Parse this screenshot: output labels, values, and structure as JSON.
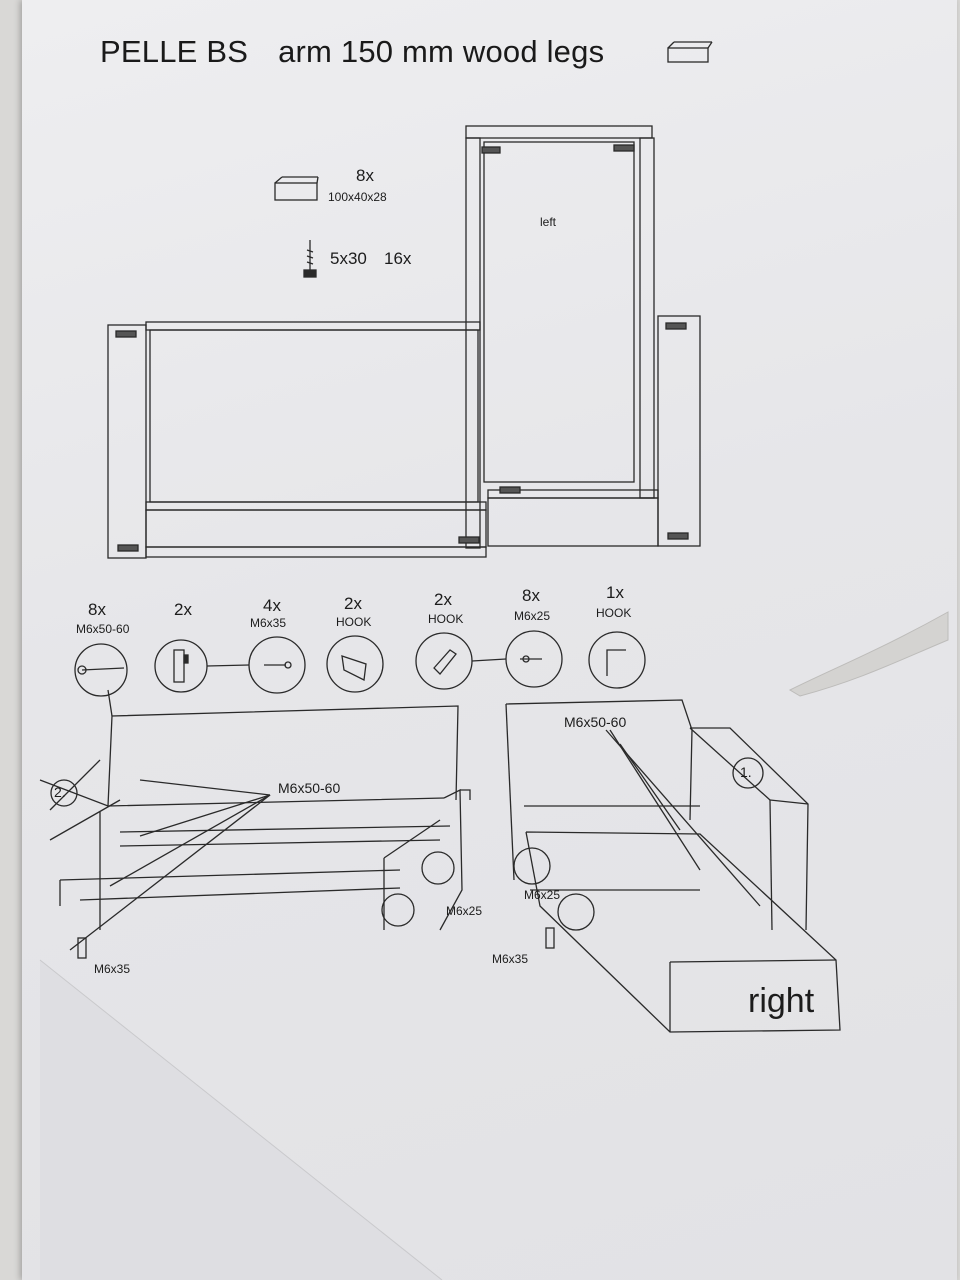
{
  "title": {
    "model": "PELLE BS",
    "description": "arm 150 mm wood legs"
  },
  "legs_parts": {
    "block_qty": "8x",
    "block_size": "100x40x28",
    "screw_size": "5x30",
    "screw_qty": "16x"
  },
  "top_view": {
    "left_label": "left"
  },
  "hardware": [
    {
      "qty": "8x",
      "name": "M6x50-60"
    },
    {
      "qty": "2x",
      "name": ""
    },
    {
      "qty": "4x",
      "name": "M6x35"
    },
    {
      "qty": "2x",
      "name": "HOOK"
    },
    {
      "qty": "2x",
      "name": "HOOK"
    },
    {
      "qty": "8x",
      "name": "M6x25"
    },
    {
      "qty": "1x",
      "name": "HOOK"
    }
  ],
  "assembly_left": {
    "step": "2.",
    "bolt_label": "M6x50-60",
    "screw_label_a": "M6x25",
    "screw_label_b": "M6x35"
  },
  "assembly_right": {
    "step": "1.",
    "bolt_label": "M6x50-60",
    "screw_label_a": "M6x25",
    "screw_label_b": "M6x35",
    "side_label": "right"
  }
}
